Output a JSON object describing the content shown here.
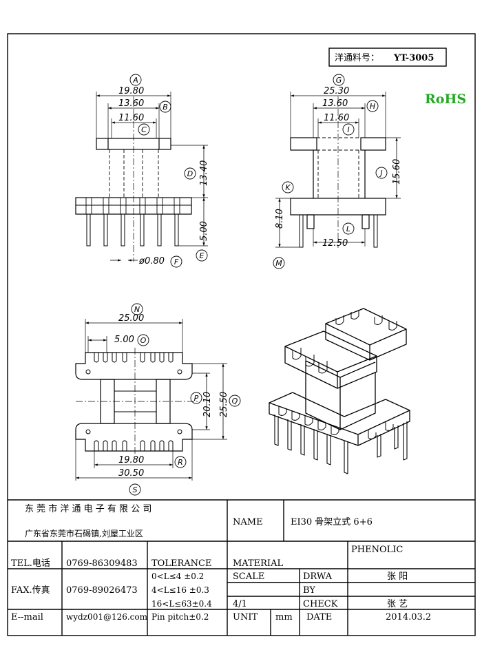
{
  "header": {
    "part_no_label": "洋通料号：",
    "part_no": "YT-3005",
    "rohs": "RoHS",
    "rohs_color": "#22aa22"
  },
  "views": {
    "front": {
      "dims": [
        "19.80",
        "13.60",
        "11.60",
        "13.40",
        "5.00",
        "ø0.80"
      ],
      "markers": [
        "A",
        "B",
        "C",
        "D",
        "E",
        "F"
      ]
    },
    "side": {
      "dims": [
        "25.30",
        "13.60",
        "11.60",
        "15.60",
        "8.10",
        "12.50"
      ],
      "markers": [
        "G",
        "H",
        "I",
        "J",
        "K",
        "L",
        "M"
      ]
    },
    "bottom": {
      "dims": [
        "25.00",
        "5.00",
        "20.10",
        "25.50",
        "19.80",
        "30.50"
      ],
      "markers": [
        "N",
        "O",
        "P",
        "Q",
        "R",
        "S"
      ]
    }
  },
  "title_block": {
    "company": "东 莞 市 洋 通 电 子 有 限 公 司",
    "address": "广东省东莞市石碣镇,刘屋工业区",
    "name_label": "NAME",
    "name_value": "EI30 骨架立式 6+6",
    "tel_label": "TEL.电话",
    "tel_value": "0769-86309483",
    "fax_label": "FAX.传真",
    "fax_value": "0769-89026473",
    "email_label": "E--mail",
    "email_value": "wydz001@126.com",
    "tolerance_label": "TOLERANCE",
    "tol_1": "0<L≤4    ±0.2",
    "tol_2": "4<L≤16  ±0.3",
    "tol_3": "16<L≤63±0.4",
    "tol_4": "Pin pitch±0.2",
    "material_label": "MATERIAL",
    "material_value": "PHENOLIC",
    "scale_label": "SCALE",
    "scale_value": "4/1",
    "unit_label": "UNIT",
    "unit_value": "mm",
    "drawn_label_1": "DRWA",
    "drawn_label_2": "BY",
    "drawn_value": "张 阳",
    "check_label": "CHECK",
    "check_value": "张 艺",
    "date_label": "DATE",
    "date_value": "2014.03.2"
  }
}
